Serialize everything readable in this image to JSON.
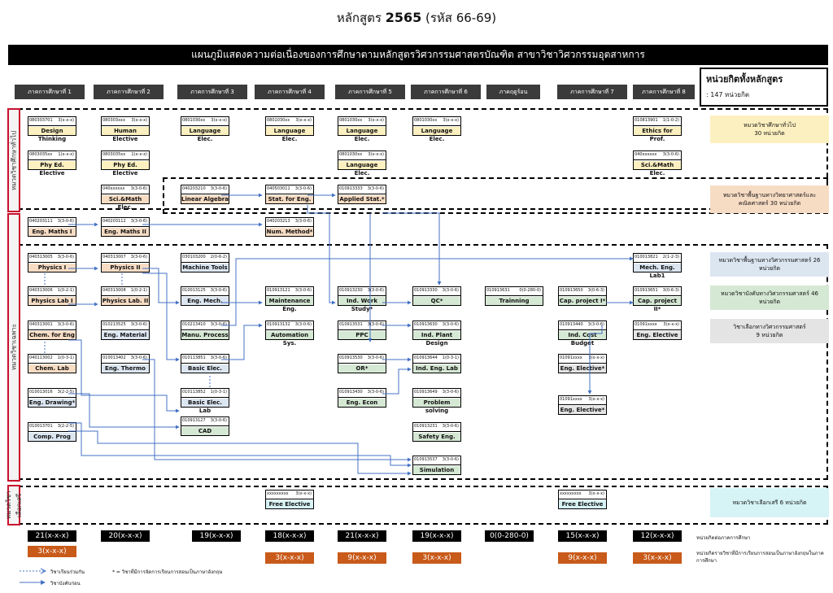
{
  "title": {
    "prefix": "หลักสูตร ",
    "year": "2565",
    "suffix": " (รหัส 66-69)"
  },
  "banner": "แผนภูมิแสดงความต่อเนื่องของการศึกษาตามหลักสูตรวิศวกรรมศาสตรบัณฑิต สาขาวิชาวิศวกรรมอุตสาหการ",
  "semesters": [
    "ภาคการศึกษาที่ 1",
    "ภาคการศึกษาที่ 2",
    "ภาคการศึกษาที่ 3",
    "ภาคการศึกษาที่ 4",
    "ภาคการศึกษาที่ 5",
    "ภาคการศึกษาที่ 6",
    "ภาคฤดูร้อน",
    "ภาคการศึกษาที่ 7",
    "ภาคการศึกษาที่ 8"
  ],
  "credits_box": {
    "heading": "หน่วยกิตทั้งหลักสูตร",
    "value": ": 147 หน่วยกิต"
  },
  "side_labels": {
    "top": "หมวดวิชาศึกษาทั่วไป",
    "middle": "หมวดวิชาเฉพาะ",
    "bottom": "หมวดวิชาเลือกเสรี"
  },
  "categories": [
    {
      "label": "หมวดวิชาศึกษาทั่วไป\n30 หน่วยกิต",
      "color": "#fdf0c0"
    },
    {
      "label": "หมวดวิชาพื้นฐานทางวิทยาศาสตร์และคณิตศาสตร์ 30 หน่วยกิต",
      "color": "#f7dcc4"
    },
    {
      "label": "หมวดวิชาพื้นฐานทางวิศวกรรมศาสตร์ 26 หน่วยกิต",
      "color": "#dce6f1"
    },
    {
      "label": "หมวดวิชาบังคับทางวิศวกรรมศาสตร์ 46 หน่วยกิต",
      "color": "#d5e8d4"
    },
    {
      "label": "วิชาเลือกทางวิศวกรรมศาสตร์\n9 หน่วยกิต",
      "color": "#e4e4e4"
    },
    {
      "label": "หมวดวิชาเลือกเสรี 6 หน่วยกิต",
      "color": "#d6f3f5"
    }
  ],
  "courses": [
    {
      "code": "080303701",
      "credit": "3(x-x-x)",
      "name": "Design Thinking",
      "type": "gen"
    },
    {
      "code": "080303xxx",
      "credit": "3(x-x-x)",
      "name": "Human Elective",
      "type": "gen"
    },
    {
      "code": "0801030xx",
      "credit": "3(x-x-x)",
      "name": "Language Elec.",
      "type": "gen"
    },
    {
      "code": "0801030xx",
      "credit": "3(x-x-x)",
      "name": "Language Elec.",
      "type": "gen"
    },
    {
      "code": "0801030xx",
      "credit": "3(x-x-x)",
      "name": "Language Elec.",
      "type": "gen"
    },
    {
      "code": "0801030xx",
      "credit": "3(x-x-x)",
      "name": "Language Elec.",
      "type": "gen"
    },
    {
      "code": "010813901",
      "credit": "1(1-0-2)",
      "name": "Ethics for Prof.",
      "type": "gen"
    },
    {
      "code": "0803035xx",
      "credit": "1(x-x-x)",
      "name": "Phy Ed. Elective",
      "type": "gen"
    },
    {
      "code": "0803035xx",
      "credit": "1(x-x-x)",
      "name": "Phy Ed. Elective",
      "type": "gen"
    },
    {
      "code": "0801030xx",
      "credit": "3(x-x-x)",
      "name": "Language Elec.",
      "type": "gen"
    },
    {
      "code": "040xxxxxx",
      "credit": "3(3-0-6)",
      "name": "Sci.&Math Elec.",
      "type": "gen"
    },
    {
      "code": "040xxxxxx",
      "credit": "3(3-0-6)",
      "name": "Sci.&Math Elec.",
      "type": "sci"
    },
    {
      "code": "040203210",
      "credit": "3(3-0-6)",
      "name": "Linear Algebra",
      "type": "sci"
    },
    {
      "code": "040503011",
      "credit": "3(3-0-6)",
      "name": "Stat. for Eng.",
      "type": "sci"
    },
    {
      "code": "010913333",
      "credit": "3(3-0-6)",
      "name": "Applied Stat.*",
      "type": "sci"
    },
    {
      "code": "040203111",
      "credit": "3(3-0-6)",
      "name": "Eng. Maths I",
      "type": "sci"
    },
    {
      "code": "040203112",
      "credit": "3(3-0-6)",
      "name": "Eng. Maths II",
      "type": "sci"
    },
    {
      "code": "040203213",
      "credit": "3(3-0-6)",
      "name": "Num. Method*",
      "type": "sci"
    },
    {
      "code": "040313005",
      "credit": "3(3-0-6)",
      "name": "Physics I",
      "type": "sci"
    },
    {
      "code": "040313007",
      "credit": "3(3-0-6)",
      "name": "Physics II",
      "type": "sci"
    },
    {
      "code": "030103200",
      "credit": "2(0-6-2)",
      "name": "Machine Tools",
      "type": "eng"
    },
    {
      "code": "010013821",
      "credit": "2(1-2-3)",
      "name": "Mech. Eng. Lab1",
      "type": "eng"
    },
    {
      "code": "040313006",
      "credit": "1(0-2-1)",
      "name": "Physics Lab I",
      "type": "sci"
    },
    {
      "code": "040313008",
      "credit": "1(0-2-1)",
      "name": "Physics Lab. II",
      "type": "sci"
    },
    {
      "code": "010013125",
      "credit": "3(3-0-6)",
      "name": "Eng. Mech.",
      "type": "eng"
    },
    {
      "code": "010913121",
      "credit": "3(3-0-6)",
      "name": "Maintenance Eng.",
      "type": "spe"
    },
    {
      "code": "010913230",
      "credit": "3(3-0-6)",
      "name": "Ind. Work Study*",
      "type": "spe"
    },
    {
      "code": "010913330",
      "credit": "3(3-0-6)",
      "name": "QC*",
      "type": "spe"
    },
    {
      "code": "010913631",
      "credit": "0(0-280-0)",
      "name": "Trainning",
      "type": "spe"
    },
    {
      "code": "010913650",
      "credit": "3(0-6-3)",
      "name": "Cap. project I*",
      "type": "spe"
    },
    {
      "code": "010913651",
      "credit": "3(0-6-3)",
      "name": "Cap. project II*",
      "type": "spe"
    },
    {
      "code": "040313001",
      "credit": "3(3-0-6)",
      "name": "Chem. for Eng",
      "type": "sci"
    },
    {
      "code": "010213525",
      "credit": "3(3-0-6)",
      "name": "Eng. Material",
      "type": "eng"
    },
    {
      "code": "010213410",
      "credit": "3(3-0-6)",
      "name": "Manu. Process",
      "type": "spe"
    },
    {
      "code": "010913132",
      "credit": "3(3-0-6)",
      "name": "Automation Sys.",
      "type": "spe"
    },
    {
      "code": "010913531",
      "credit": "3(3-0-6)",
      "name": "PPC",
      "type": "spe"
    },
    {
      "code": "010913630",
      "credit": "3(3-0-6)",
      "name": "Ind. Plant Design",
      "type": "spe"
    },
    {
      "code": "010913440",
      "credit": "3(3-0-6)",
      "name": "Ind. Cost Budget",
      "type": "spe"
    },
    {
      "code": "01091xxxx",
      "credit": "3(x-x-x)",
      "name": "Eng. Elective",
      "type": "ele"
    },
    {
      "code": "040113002",
      "credit": "1(0-3-1)",
      "name": "Chem. Lab",
      "type": "sci"
    },
    {
      "code": "010013402",
      "credit": "3(3-0-6)",
      "name": "Eng. Thermo",
      "type": "eng"
    },
    {
      "code": "010113851",
      "credit": "3(3-0-6)",
      "name": "Basic Elec.",
      "type": "eng"
    },
    {
      "code": "010913530",
      "credit": "3(3-0-6)",
      "name": "OR*",
      "type": "spe"
    },
    {
      "code": "010913644",
      "credit": "1(0-3-1)",
      "name": "Ind. Eng. Lab",
      "type": "spe"
    },
    {
      "code": "01091xxxx",
      "credit": "3(x-x-x)",
      "name": "Eng. Elective*",
      "type": "ele"
    },
    {
      "code": "010013016",
      "credit": "3(2-2-5)",
      "name": "Eng. Drawing*",
      "type": "eng"
    },
    {
      "code": "010113852",
      "credit": "1(0-3-1)",
      "name": "Basic Elec. Lab",
      "type": "eng"
    },
    {
      "code": "010913430",
      "credit": "3(3-0-6)",
      "name": "Eng. Econ",
      "type": "spe"
    },
    {
      "code": "010913649",
      "credit": "3(3-0-6)",
      "name": "Problem solving",
      "type": "spe"
    },
    {
      "code": "01091xxxx",
      "credit": "3(x-x-x)",
      "name": "Eng. Elective*",
      "type": "ele"
    },
    {
      "code": "010913127",
      "credit": "3(3-0-6)",
      "name": "CAD",
      "type": "spe"
    },
    {
      "code": "010013701",
      "credit": "3(2-2-5)",
      "name": "Comp. Prog",
      "type": "eng"
    },
    {
      "code": "010913231",
      "credit": "3(3-0-6)",
      "name": "Safety Eng.",
      "type": "spe"
    },
    {
      "code": "010913537",
      "credit": "3(3-0-6)",
      "name": "Simulation",
      "type": "spe"
    },
    {
      "code": "xxxxxxxxx",
      "credit": "3(x-x-x)",
      "name": "Free Elective",
      "type": "free"
    },
    {
      "code": "xxxxxxxxx",
      "credit": "3(x-x-x)",
      "name": "Free Elective",
      "type": "free"
    }
  ],
  "totals": [
    "21(x-x-x)",
    "20(x-x-x)",
    "19(x-x-x)",
    "18(x-x-x)",
    "21(x-x-x)",
    "19(x-x-x)",
    "0(0-280-0)",
    "15(x-x-x)",
    "12(x-x-x)"
  ],
  "totals_english": [
    {
      "sem": 1,
      "value": "3(x-x-x)"
    },
    {
      "sem": 4,
      "value": "3(x-x-x)"
    },
    {
      "sem": 5,
      "value": "9(x-x-x)"
    },
    {
      "sem": 6,
      "value": "3(x-x-x)"
    },
    {
      "sem": 8,
      "value": "9(x-x-x)"
    },
    {
      "sem": 9,
      "value": "3(x-x-x)"
    }
  ],
  "totals_label": "หน่วยกิตต่อภาคการศึกษา",
  "english_label": "หน่วยกิตรายวิชาที่มีการเรียนการสอนเป็นภาษาอังกฤษในภาคการศึกษา",
  "legend": {
    "dashed": "วิชาเรียนร่วมกัน",
    "solid": "วิชาบังคับก่อน",
    "star": "* = วิชาที่มีการจัดการเรียนการสอนเป็นภาษาอังกฤษ"
  }
}
